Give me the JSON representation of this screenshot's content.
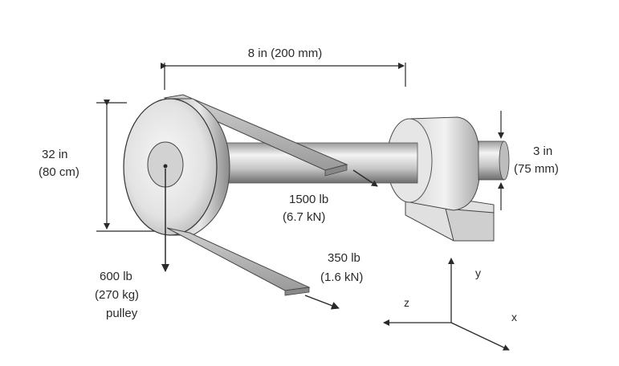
{
  "dimensions": {
    "length_label": "8 in (200 mm)",
    "diameter_label_line1": "32 in",
    "diameter_label_line2": "(80 cm)",
    "shaft_label_line1": "3 in",
    "shaft_label_line2": "(75 mm)"
  },
  "loads": {
    "tight_side_line1": "1500 lb",
    "tight_side_line2": "(6.7 kN)",
    "slack_side_line1": "350 lb",
    "slack_side_line2": "(1.6 kN)",
    "pulley_weight_line1": "600 lb",
    "pulley_weight_line2": "(270 kg)",
    "pulley_weight_line3": "pulley"
  },
  "axes": {
    "y": "y",
    "z": "z",
    "x": "x"
  },
  "colors": {
    "ink": "#2a2a2a",
    "metal_light": "#f0f0f0",
    "metal_mid": "#bdbdbd",
    "metal_dark": "#7a7a7a"
  }
}
